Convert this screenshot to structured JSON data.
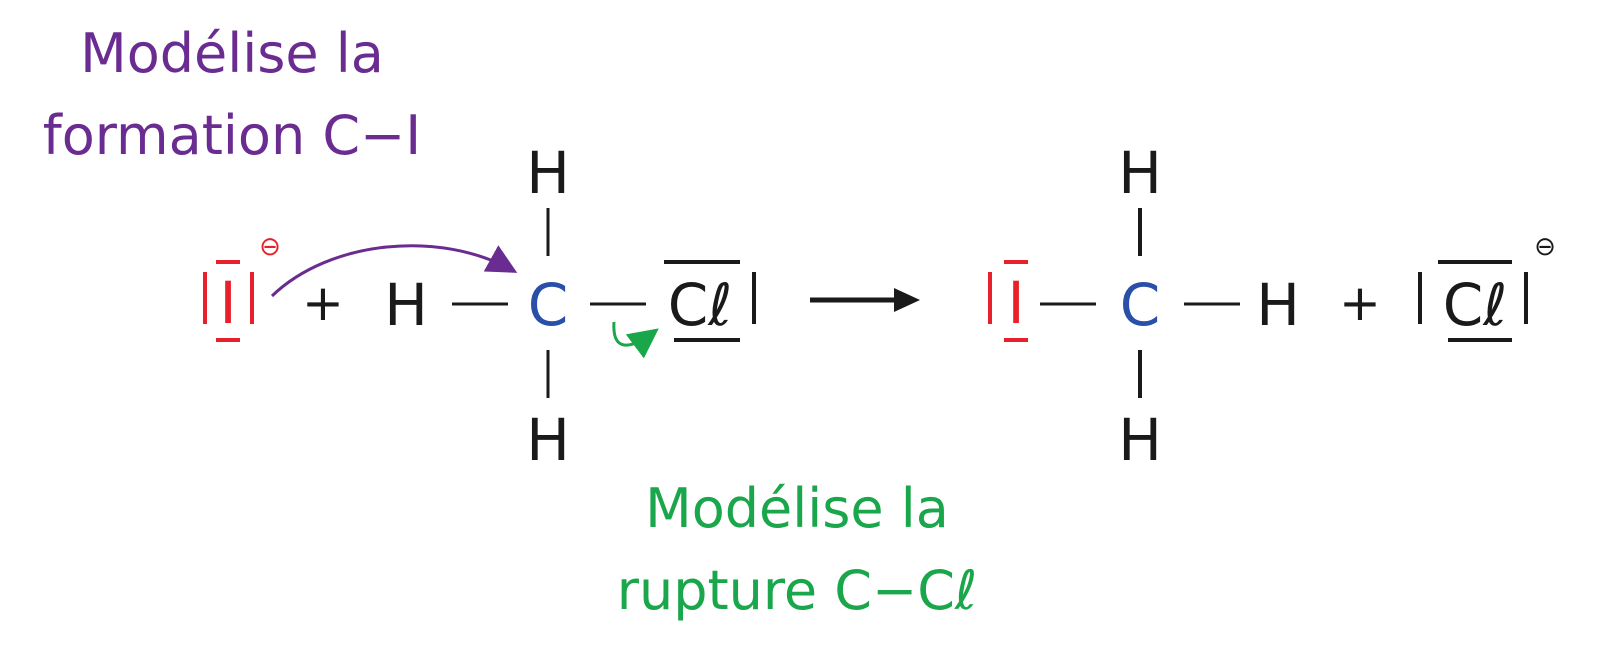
{
  "annotations": {
    "formation_line1": "Modélise la",
    "formation_line2": "formation C−I",
    "rupture_line1": "Modélise la",
    "rupture_line2": "rupture C−Cℓ"
  },
  "reactants": {
    "iodide": "I",
    "iodide_charge": "⊖",
    "plus": "+",
    "h_left": "H",
    "carbon": "C",
    "h_top": "H",
    "h_bottom": "H",
    "chlorine": "Cℓ"
  },
  "products": {
    "iodine": "I",
    "carbon": "C",
    "h_right": "H",
    "h_top": "H",
    "h_bottom": "H",
    "plus": "+",
    "chloride": "Cℓ",
    "chloride_charge": "⊖"
  },
  "colors": {
    "formation_note": "#6b2c91",
    "rupture_note": "#1aa64a",
    "iodine": "#e8202a",
    "carbon": "#2a4fa8",
    "default": "#1a1a1a"
  }
}
